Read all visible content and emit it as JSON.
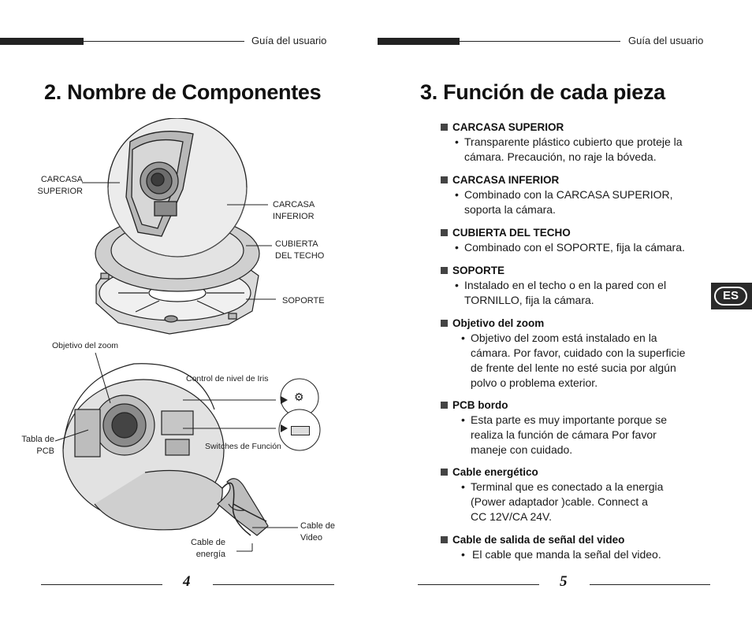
{
  "left_page": {
    "header": "Guía del usuario",
    "title": "2. Nombre de Componentes",
    "labels": {
      "carcasa_superior": "CARCASA\nSUPERIOR",
      "carcasa_inferior": "CARCASA\nINFERIOR",
      "cubierta_techo": "CUBIERTA\nDEL TECHO",
      "soporte": "SOPORTE",
      "objetivo_zoom": "Objetivo del zoom",
      "control_iris": "Control de nivel de Iris",
      "tabla_pcb": "Tabla de\nPCB",
      "switches": "Switches de Función",
      "cable_video": "Cable de\nVideo",
      "cable_energia": "Cable de\nenergía"
    },
    "page_number": "4"
  },
  "right_page": {
    "header": "Guía del usuario",
    "title": "3. Función de cada pieza",
    "sections": [
      {
        "heading": "CARCASA SUPERIOR",
        "bullet": "•",
        "body": "Transparente plástico cubierto que proteje la\ncámara. Precaución, no raje la bóveda."
      },
      {
        "heading": "CARCASA INFERIOR",
        "bullet": "•",
        "body": "Combinado con la CARCASA SUPERIOR,\nsoporta la cámara."
      },
      {
        "heading": "CUBIERTA DEL TECHO",
        "bullet": "•",
        "body": "Combinado con el SOPORTE, fija la cámara."
      },
      {
        "heading": "SOPORTE",
        "bullet": "•",
        "body": "Instalado en el techo o en la pared con el\nTORNILLO, fija la cámara."
      },
      {
        "heading": "Objetivo del zoom",
        "bullet": "•",
        "body": "Objetivo del zoom está instalado en la\ncámara. Por favor, cuidado con la superficie\nde frente del lente no esté sucia por algún\npolvo o problema exterior."
      },
      {
        "heading": "PCB bordo",
        "bullet": "•",
        "body": "Esta parte es muy importante porque se\nrealiza la función de cámara Por favor\nmaneje con cuidado."
      },
      {
        "heading": "Cable energético",
        "bullet": "•",
        "body": "Terminal que es conectado a la energia\n(Power adaptador )cable. Connect a\nCC 12V/CA 24V."
      },
      {
        "heading": "Cable de salida de señal del video",
        "bullet": "•",
        "body": "El cable que manda la señal del video."
      }
    ],
    "page_number": "5",
    "language_tab": "ES"
  },
  "colors": {
    "ink": "#1a1a1a",
    "bar": "#222222",
    "tab": "#2a2a2a"
  },
  "icons": [
    "camera-dome-exploded-illustration",
    "camera-internal-illustration",
    "iris-control-icon",
    "function-switch-icon"
  ]
}
